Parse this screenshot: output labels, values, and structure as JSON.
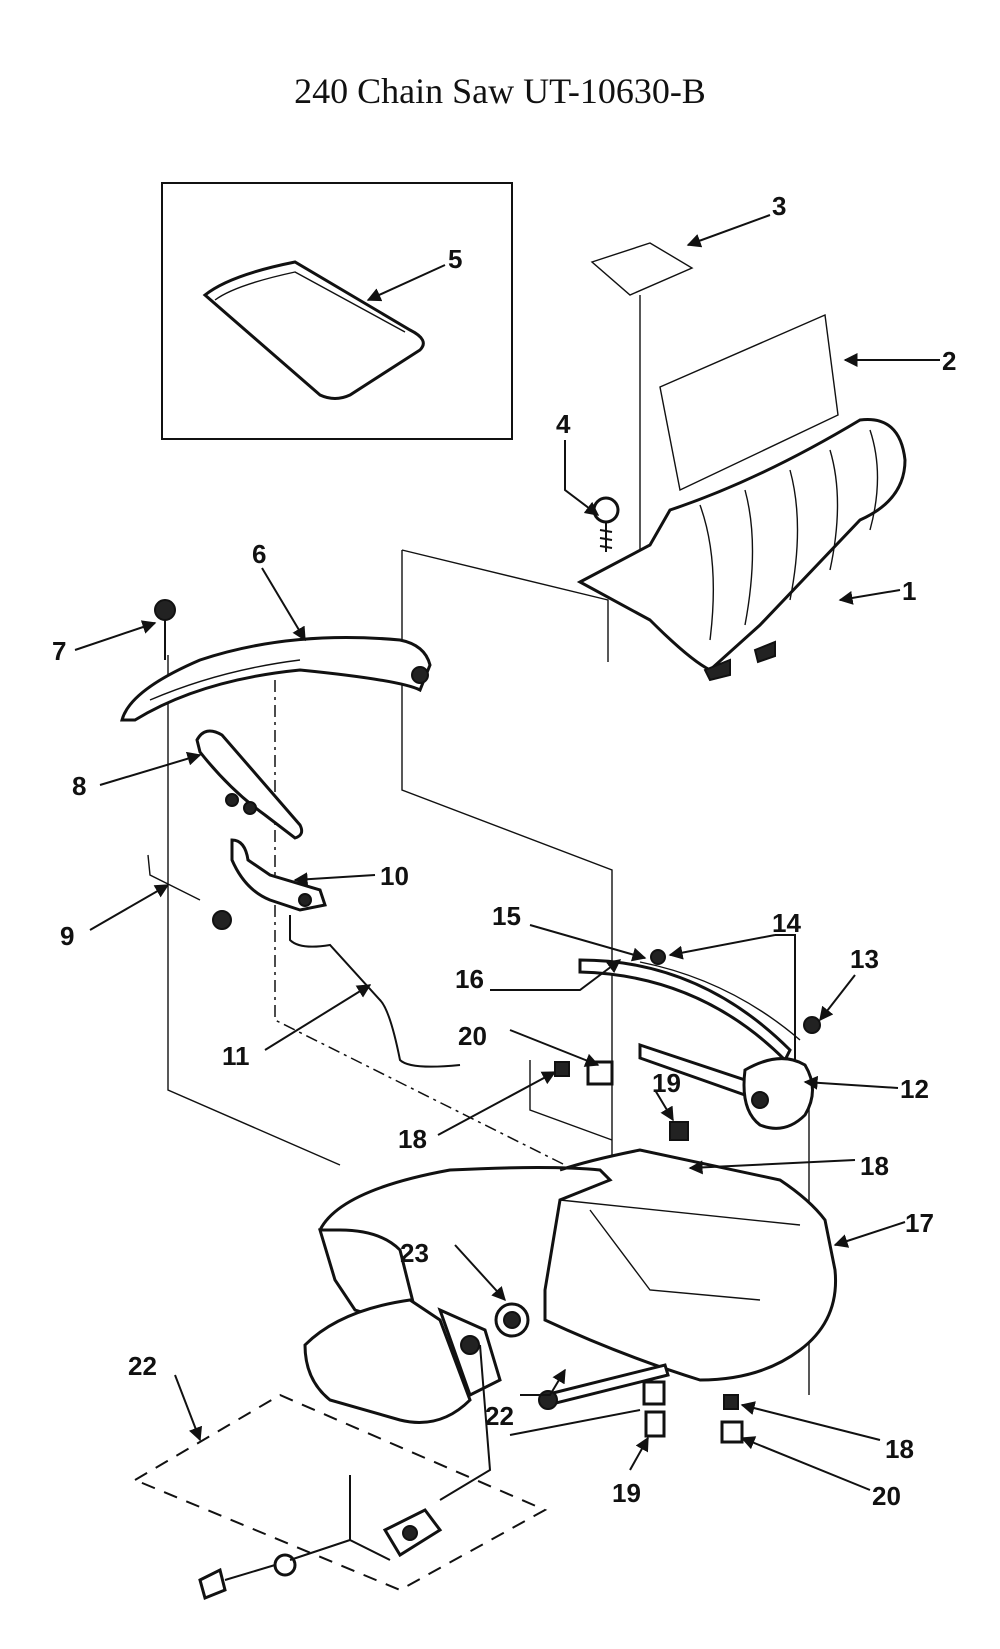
{
  "title": "240 Chain Saw UT-10630-B",
  "callouts": [
    {
      "id": "c1",
      "text": "1"
    },
    {
      "id": "c2",
      "text": "2"
    },
    {
      "id": "c3",
      "text": "3"
    },
    {
      "id": "c4",
      "text": "4"
    },
    {
      "id": "c5",
      "text": "5"
    },
    {
      "id": "c6",
      "text": "6"
    },
    {
      "id": "c7",
      "text": "7"
    },
    {
      "id": "c8",
      "text": "8"
    },
    {
      "id": "c9",
      "text": "9"
    },
    {
      "id": "c10",
      "text": "10"
    },
    {
      "id": "c11",
      "text": "11"
    },
    {
      "id": "c12",
      "text": "12"
    },
    {
      "id": "c13",
      "text": "13"
    },
    {
      "id": "c14",
      "text": "14"
    },
    {
      "id": "c15",
      "text": "15"
    },
    {
      "id": "c16",
      "text": "16"
    },
    {
      "id": "c17",
      "text": "17"
    },
    {
      "id": "c18a",
      "text": "18"
    },
    {
      "id": "c18b",
      "text": "18"
    },
    {
      "id": "c18c",
      "text": "18"
    },
    {
      "id": "c19a",
      "text": "19"
    },
    {
      "id": "c19b",
      "text": "19"
    },
    {
      "id": "c20a",
      "text": "20"
    },
    {
      "id": "c20b",
      "text": "20"
    },
    {
      "id": "c22a",
      "text": "22"
    },
    {
      "id": "c22b",
      "text": "22"
    },
    {
      "id": "c23",
      "text": "23"
    }
  ]
}
